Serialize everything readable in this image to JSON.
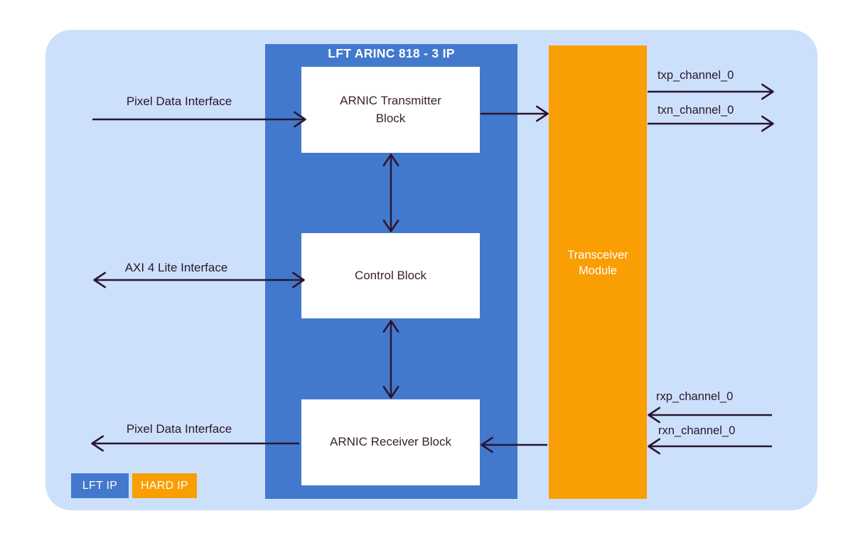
{
  "diagram": {
    "title": "LFT ARINC 818 - 3 IP",
    "blocks": {
      "transmitter": "ARNIC Transmitter Block",
      "control": "Control Block",
      "receiver": "ARNIC Receiver Block",
      "transceiver": "Transceiver Module"
    },
    "interface_labels": {
      "pixel_in": "Pixel Data Interface",
      "axi": "AXI 4 Lite Interface",
      "pixel_out": "Pixel Data Interface"
    },
    "channel_labels": {
      "txp": "txp_channel_0",
      "txn": "txn_channel_0",
      "rxp": "rxp_channel_0",
      "rxn": "rxn_channel_0"
    },
    "legend": [
      {
        "label": "LFT IP",
        "color": "#4379cc"
      },
      {
        "label": "HARD IP",
        "color": "#f99e03"
      }
    ],
    "colors": {
      "panel_background": "#cce0fb",
      "lft_ip_fill": "#4379cc",
      "hard_ip_fill": "#f99e03",
      "block_fill": "#ffffff",
      "arrow_and_text": "#2b152e",
      "title_text": "#ffffff"
    }
  }
}
